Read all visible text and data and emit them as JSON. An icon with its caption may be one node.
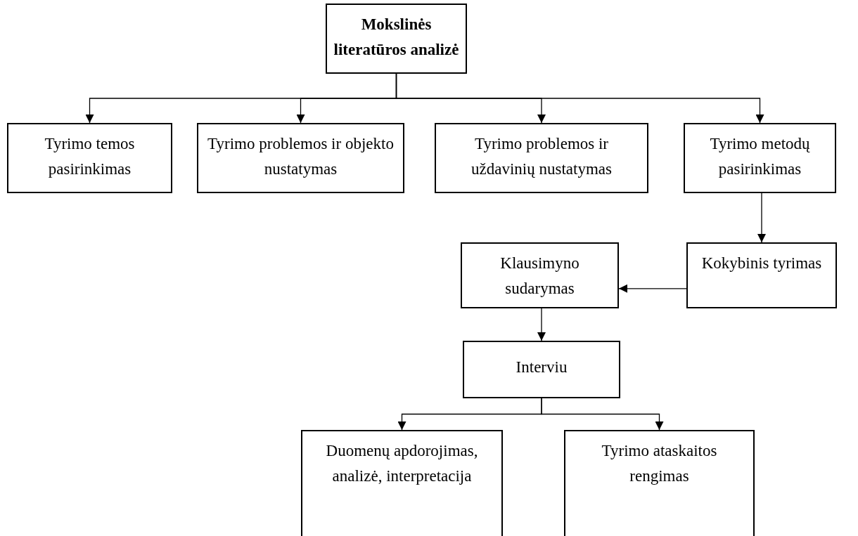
{
  "diagram": {
    "nodes": [
      {
        "text": [
          "Mokslinės literatūros analizė"
        ]
      },
      {
        "text": [
          "Tyrimo temos pasirinkimas"
        ]
      },
      {
        "text": [
          "Tyrimo problemos ir objekto nustatymas"
        ]
      },
      {
        "text": [
          "Tyrimo problemos ir uždavinių nustatymas"
        ]
      },
      {
        "text": [
          "Tyrimo metodų pasirinkimas"
        ]
      },
      {
        "text": [
          "Kokybinis tyrimas"
        ]
      },
      {
        "text": [
          "Klausimyno sudarymas"
        ]
      },
      {
        "text": [
          "Interviu"
        ]
      },
      {
        "text": [
          "Duomenų apdorojimas, analizė, interpretacija"
        ]
      },
      {
        "text": [
          "Tyrimo ataskaitos rengimas"
        ]
      }
    ],
    "edges": [
      {
        "from": 0,
        "to": 1,
        "arrow": "to"
      },
      {
        "from": 0,
        "to": 2,
        "arrow": "to"
      },
      {
        "from": 0,
        "to": 3,
        "arrow": "to"
      },
      {
        "from": 0,
        "to": 4,
        "arrow": "to"
      },
      {
        "from": 4,
        "to": 5,
        "arrow": "to"
      },
      {
        "from": 5,
        "to": 6,
        "arrow": "to"
      },
      {
        "from": 6,
        "to": 7,
        "arrow": "to"
      },
      {
        "from": 7,
        "to": 8,
        "arrow": "to"
      },
      {
        "from": 7,
        "to": 9,
        "arrow": "to"
      }
    ]
  }
}
